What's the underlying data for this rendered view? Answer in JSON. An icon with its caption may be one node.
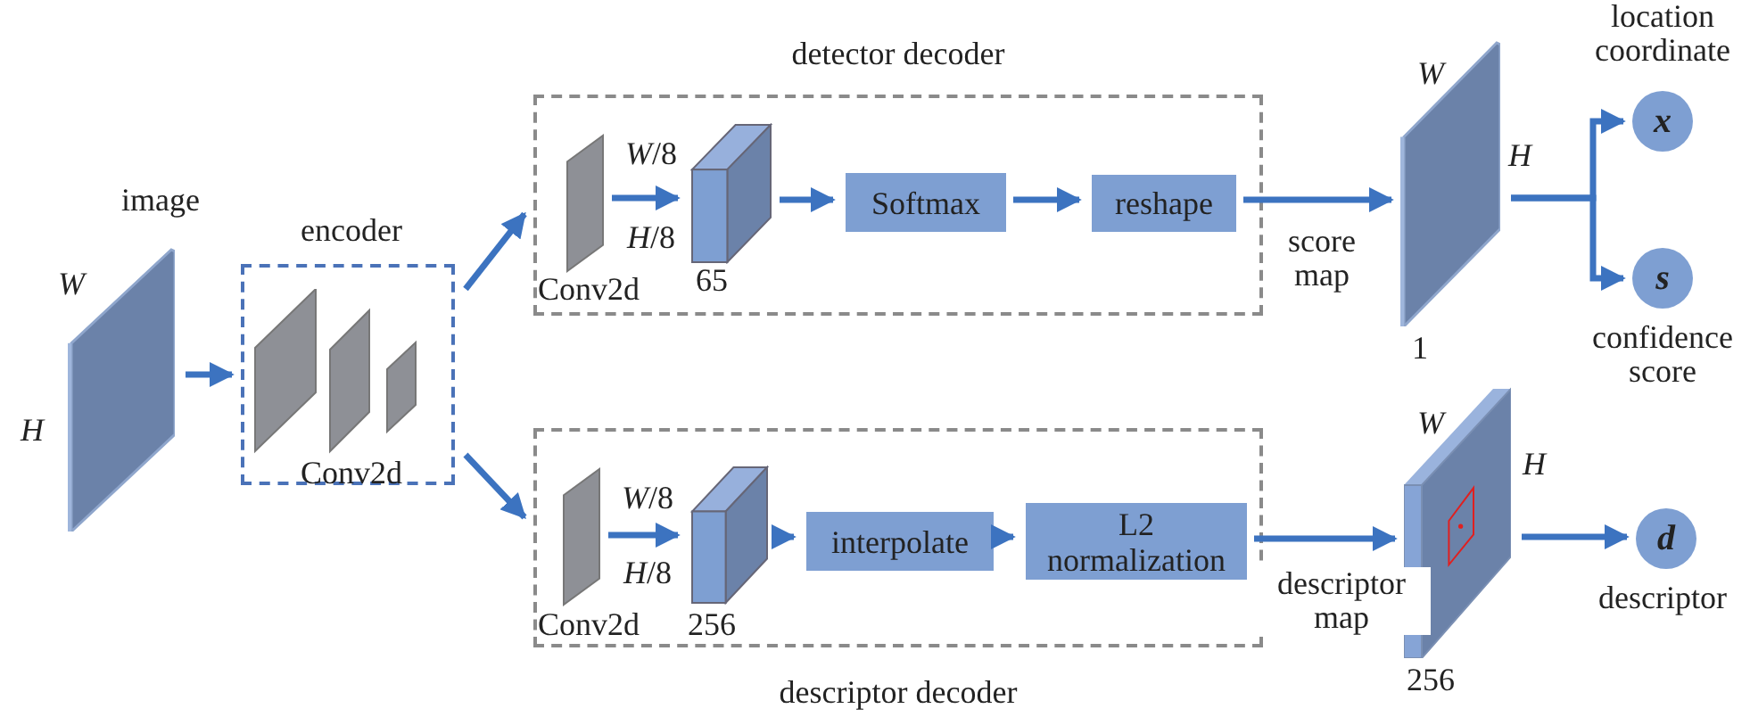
{
  "diagram": {
    "nodes": [
      {
        "text": [],
        "shape": "box",
        "beside": [
          "image",
          "W",
          "H"
        ]
      },
      {
        "text": [
          "encoder",
          "Conv2d"
        ]
      },
      {
        "text": [
          "detector decoder"
        ]
      },
      {
        "text": [],
        "shape": "box",
        "in": 2,
        "beside": [
          "Conv2d"
        ]
      },
      {
        "text": [],
        "shape": "box",
        "in": 2,
        "beside": [
          "*W*/8",
          "*H*/8",
          "65"
        ]
      },
      {
        "text": [
          "Softmax"
        ],
        "in": 2
      },
      {
        "text": [
          "reshape"
        ],
        "in": 2
      },
      {
        "text": [],
        "shape": "box",
        "beside": [
          "W",
          "H",
          "1"
        ]
      },
      {
        "text": [
          "x"
        ],
        "beside": [
          "location coordinate"
        ]
      },
      {
        "text": [
          "s"
        ],
        "beside": [
          "confidence score"
        ]
      },
      {
        "text": [
          "descriptor decoder"
        ]
      },
      {
        "text": [],
        "shape": "box",
        "in": 10,
        "beside": [
          "Conv2d"
        ]
      },
      {
        "text": [],
        "shape": "box",
        "in": 10,
        "beside": [
          "*W*/8",
          "*H*/8",
          "256"
        ]
      },
      {
        "text": [
          "interpolate"
        ],
        "in": 10
      },
      {
        "text": [
          "L2 normalization"
        ],
        "in": 10
      },
      {
        "text": [],
        "shape": "box",
        "beside": [
          "W",
          "H",
          "256"
        ]
      },
      {
        "text": [
          "d"
        ],
        "beside": [
          "descriptor"
        ]
      }
    ],
    "edges": [
      {
        "from": 0,
        "to": 1,
        "arrow": "to"
      },
      {
        "from": 1,
        "to": 2,
        "arrow": "to"
      },
      {
        "from": 1,
        "to": 10,
        "arrow": "to"
      },
      {
        "from": 3,
        "to": 4,
        "arrow": "to"
      },
      {
        "from": 4,
        "to": 5,
        "arrow": "to"
      },
      {
        "from": 5,
        "to": 6,
        "arrow": "to"
      },
      {
        "from": 6,
        "to": 7,
        "arrow": "to",
        "label": "score map"
      },
      {
        "from": 7,
        "to": 8,
        "arrow": "to"
      },
      {
        "from": 7,
        "to": 9,
        "arrow": "to"
      },
      {
        "from": 11,
        "to": 12,
        "arrow": "to"
      },
      {
        "from": 12,
        "to": 13,
        "arrow": "to"
      },
      {
        "from": 13,
        "to": 14,
        "arrow": "to"
      },
      {
        "from": 14,
        "to": 15,
        "arrow": "to",
        "label": "descriptor map"
      },
      {
        "from": 15,
        "to": 16,
        "arrow": "to"
      }
    ]
  }
}
